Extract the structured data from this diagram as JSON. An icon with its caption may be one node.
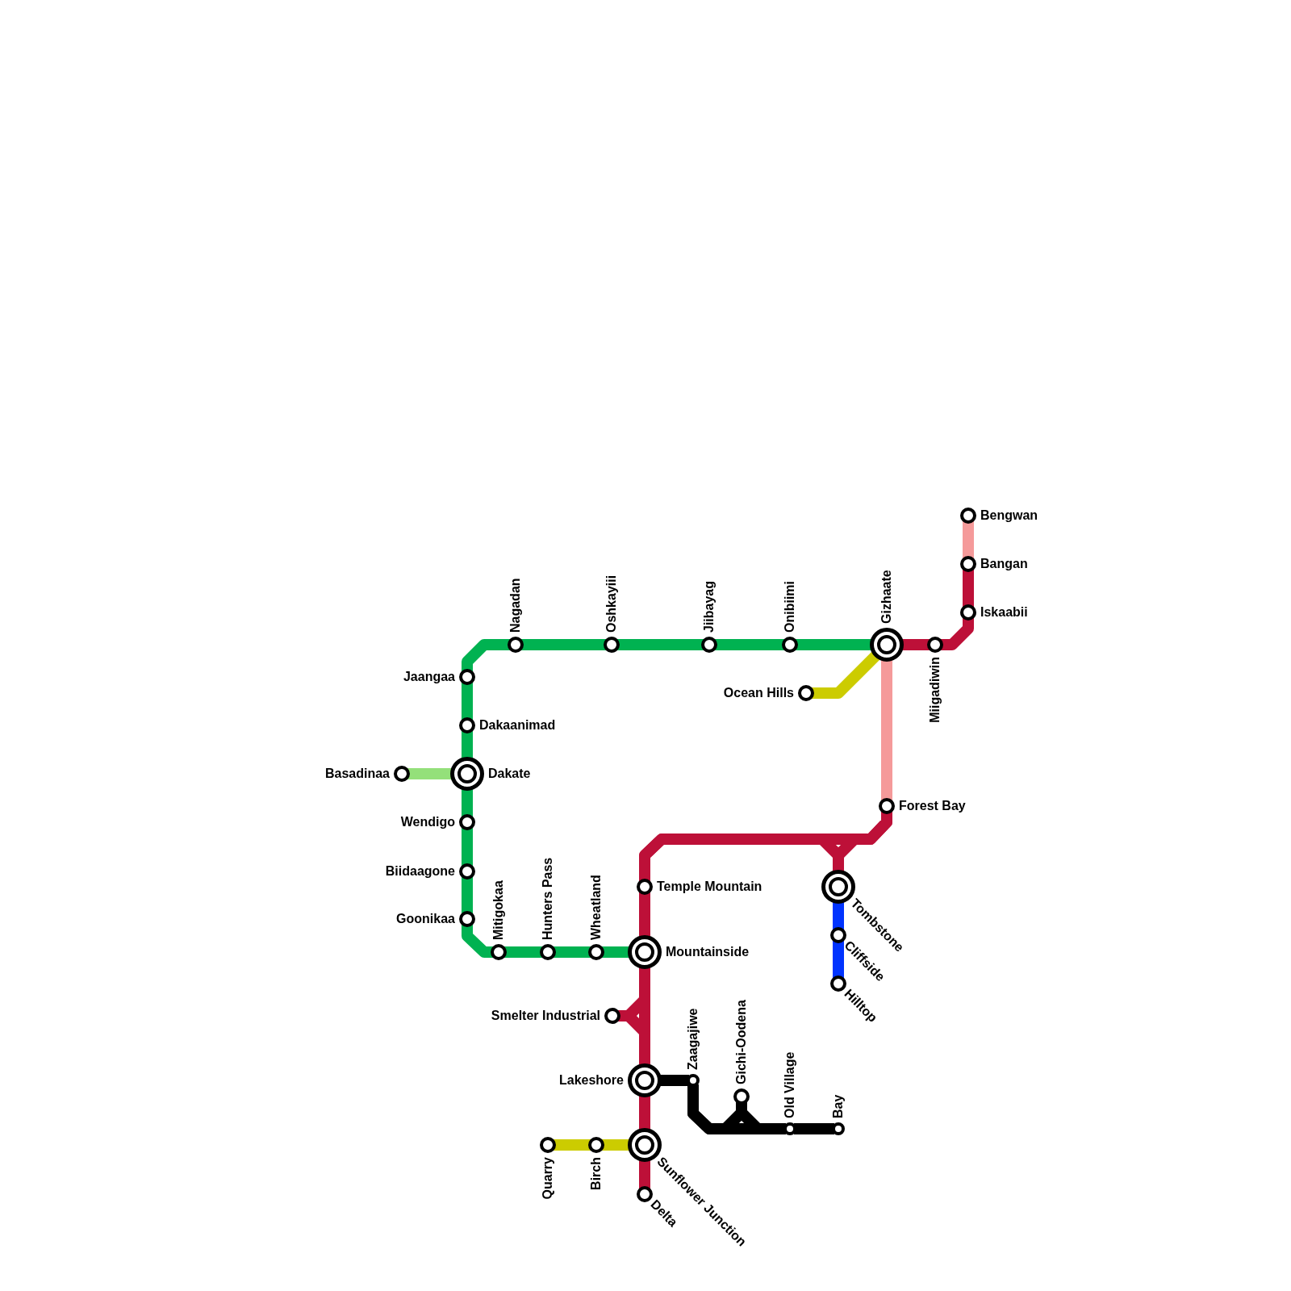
{
  "diagram": {
    "nodes": [
      {
        "text": [
          "Nagadan"
        ]
      },
      {
        "text": [
          "Oshkayiii"
        ]
      },
      {
        "text": [
          "Jiibayag"
        ]
      },
      {
        "text": [
          "Onibiimi"
        ]
      },
      {
        "text": [
          "Gizhaate"
        ]
      },
      {
        "text": [
          "Miigadiwin"
        ]
      },
      {
        "text": [
          "Bengwan"
        ]
      },
      {
        "text": [
          "Bangan"
        ]
      },
      {
        "text": [
          "Iskaabii"
        ]
      },
      {
        "text": [
          "Jaangaa"
        ]
      },
      {
        "text": [
          "Ocean Hills"
        ]
      },
      {
        "text": [
          "Dakaanimad"
        ]
      },
      {
        "text": [
          "Basadinaa"
        ]
      },
      {
        "text": [
          "Dakate"
        ]
      },
      {
        "text": [
          "Forest Bay"
        ]
      },
      {
        "text": [
          "Wendigo"
        ]
      },
      {
        "text": [
          "Biidaagone"
        ]
      },
      {
        "text": [
          "Temple Mountain"
        ]
      },
      {
        "text": [
          "Tombstone"
        ]
      },
      {
        "text": [
          "Goonikaa"
        ]
      },
      {
        "text": [
          "Mitigokaa"
        ]
      },
      {
        "text": [
          "Hunters Pass"
        ]
      },
      {
        "text": [
          "Wheatland"
        ]
      },
      {
        "text": [
          "Mountainside"
        ]
      },
      {
        "text": [
          "Cliffside"
        ]
      },
      {
        "text": [
          "Hilltop"
        ]
      },
      {
        "text": [
          "Smelter Industrial"
        ]
      },
      {
        "text": [
          "Zaagajiwe"
        ]
      },
      {
        "text": [
          "Lakeshore"
        ]
      },
      {
        "text": [
          "Gichi-Oodena"
        ]
      },
      {
        "text": [
          "Old Village"
        ]
      },
      {
        "text": [
          "Bay"
        ]
      },
      {
        "text": [
          "Quarry"
        ]
      },
      {
        "text": [
          "Birch"
        ]
      },
      {
        "text": [
          "Sunflower Junction"
        ]
      },
      {
        "text": [
          "Delta"
        ]
      }
    ],
    "edges": [
      {
        "from": 9,
        "to": 0,
        "arrow": "none",
        "color": "#00b251"
      },
      {
        "from": 0,
        "to": 1,
        "arrow": "none",
        "color": "#00b251"
      },
      {
        "from": 1,
        "to": 2,
        "arrow": "none",
        "color": "#00b251"
      },
      {
        "from": 2,
        "to": 3,
        "arrow": "none",
        "color": "#00b251"
      },
      {
        "from": 3,
        "to": 4,
        "arrow": "none",
        "color": "#00b251"
      },
      {
        "from": 9,
        "to": 11,
        "arrow": "none",
        "color": "#00b251"
      },
      {
        "from": 11,
        "to": 13,
        "arrow": "none",
        "color": "#00b251"
      },
      {
        "from": 13,
        "to": 15,
        "arrow": "none",
        "color": "#00b251"
      },
      {
        "from": 15,
        "to": 16,
        "arrow": "none",
        "color": "#00b251"
      },
      {
        "from": 16,
        "to": 19,
        "arrow": "none",
        "color": "#00b251"
      },
      {
        "from": 19,
        "to": 20,
        "arrow": "none",
        "color": "#00b251"
      },
      {
        "from": 20,
        "to": 21,
        "arrow": "none",
        "color": "#00b251"
      },
      {
        "from": 21,
        "to": 22,
        "arrow": "none",
        "color": "#00b251"
      },
      {
        "from": 22,
        "to": 23,
        "arrow": "none",
        "color": "#00b251"
      },
      {
        "from": 12,
        "to": 13,
        "arrow": "none",
        "color": "#94e07a"
      },
      {
        "from": 10,
        "to": 4,
        "arrow": "none",
        "color": "#cccc00"
      },
      {
        "from": 32,
        "to": 33,
        "arrow": "none",
        "color": "#cccc00"
      },
      {
        "from": 33,
        "to": 34,
        "arrow": "none",
        "color": "#cccc00"
      },
      {
        "from": 4,
        "to": 5,
        "arrow": "none",
        "color": "#bd1038"
      },
      {
        "from": 5,
        "to": 8,
        "arrow": "none",
        "color": "#bd1038"
      },
      {
        "from": 8,
        "to": 7,
        "arrow": "none",
        "color": "#bd1038"
      },
      {
        "from": 7,
        "to": 6,
        "arrow": "none",
        "color": "#f59a9a"
      },
      {
        "from": 4,
        "to": 14,
        "arrow": "none",
        "color": "#f59a9a"
      },
      {
        "from": 14,
        "to": 17,
        "arrow": "none",
        "color": "#bd1038"
      },
      {
        "from": 14,
        "to": 18,
        "arrow": "none",
        "color": "#bd1038"
      },
      {
        "from": 18,
        "to": 17,
        "arrow": "none",
        "color": "#bd1038"
      },
      {
        "from": 17,
        "to": 23,
        "arrow": "none",
        "color": "#bd1038"
      },
      {
        "from": 23,
        "to": 28,
        "arrow": "none",
        "color": "#bd1038"
      },
      {
        "from": 26,
        "to": 23,
        "arrow": "none",
        "color": "#bd1038"
      },
      {
        "from": 26,
        "to": 28,
        "arrow": "none",
        "color": "#bd1038"
      },
      {
        "from": 28,
        "to": 34,
        "arrow": "none",
        "color": "#bd1038"
      },
      {
        "from": 34,
        "to": 35,
        "arrow": "none",
        "color": "#bd1038"
      },
      {
        "from": 18,
        "to": 24,
        "arrow": "none",
        "color": "#0033ff"
      },
      {
        "from": 24,
        "to": 25,
        "arrow": "none",
        "color": "#0033ff"
      },
      {
        "from": 28,
        "to": 27,
        "arrow": "none",
        "color": "#000000"
      },
      {
        "from": 27,
        "to": 29,
        "arrow": "none",
        "color": "#000000"
      },
      {
        "from": 29,
        "to": 30,
        "arrow": "none",
        "color": "#000000"
      },
      {
        "from": 27,
        "to": 30,
        "arrow": "none",
        "color": "#000000"
      },
      {
        "from": 30,
        "to": 31,
        "arrow": "none",
        "color": "#000000"
      }
    ]
  }
}
